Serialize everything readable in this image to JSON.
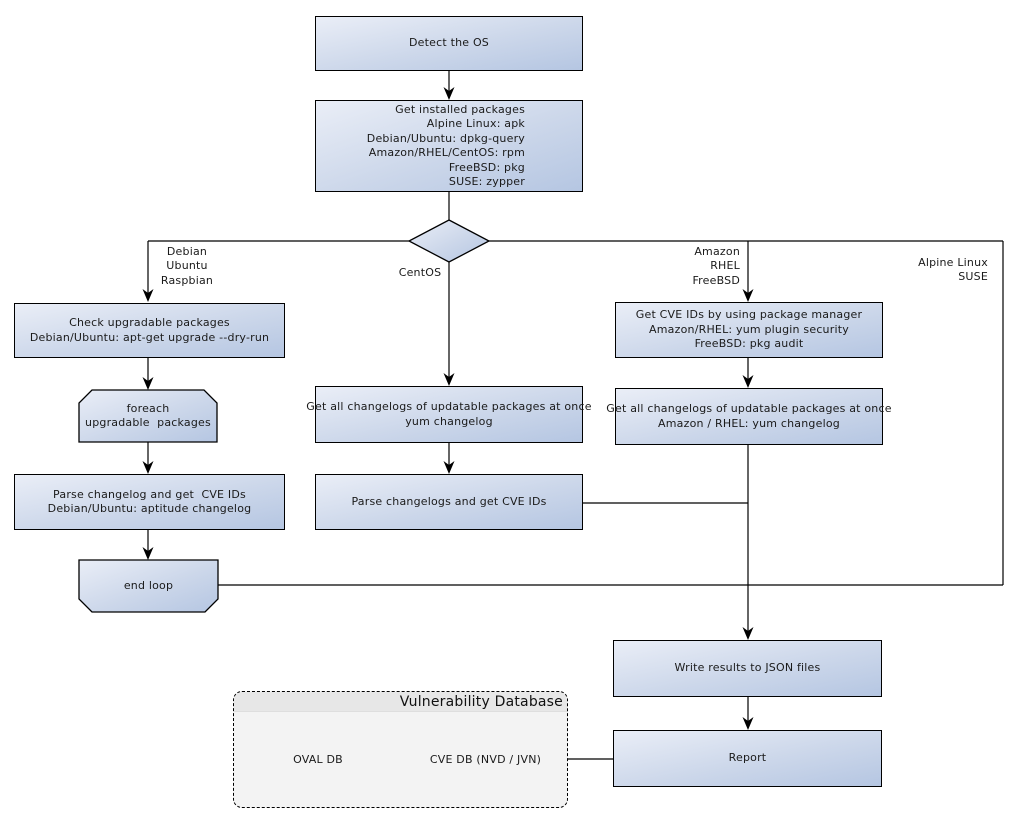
{
  "diagram": {
    "title_context": "OS package vulnerability scan flowchart",
    "nodes": {
      "detect_os": "Detect the OS",
      "get_installed_packages": "Get installed packages\nAlpine Linux: apk\nDebian/Ubuntu: dpkg-query\nAmazon/RHEL/CentOS: rpm\nFreeBSD: pkg\nSUSE: zypper",
      "check_upgradable": "Check upgradable packages\nDebian/Ubuntu: apt-get upgrade --dry-run",
      "foreach_loop": "foreach\nupgradable  packages",
      "parse_changelog_deb": "Parse changelog and get  CVE IDs\nDebian/Ubuntu: aptitude changelog",
      "end_loop": "end loop",
      "get_changelogs_centos": "Get all changelogs of updatable packages at once\nyum changelog",
      "parse_changelogs_centos": "Parse changelogs and get CVE IDs",
      "get_cve_ids_pkg_mgr": "Get CVE IDs by using package manager\nAmazon/RHEL: yum plugin security\nFreeBSD: pkg audit",
      "get_changelogs_amazon": "Get all changelogs of updatable packages at once\nAmazon / RHEL: yum changelog",
      "write_results": "Write results to JSON files",
      "report": "Report"
    },
    "branch_labels": {
      "debian_branch": "Debian\nUbuntu\nRaspbian",
      "centos_branch": "CentOS",
      "amazon_branch": "Amazon\nRHEL\nFreeBSD",
      "alpine_branch": "Alpine Linux\nSUSE"
    },
    "vulnerability_database": {
      "title": "Vulnerability Database",
      "oval_db": "OVAL DB",
      "cve_db": "CVE DB (NVD / JVN)"
    },
    "colors": {
      "node_gradient_start": "#eaeef7",
      "node_gradient_end": "#b5c6e2",
      "node_border": "#000000",
      "connector": "#000000",
      "db_container_bg": "#f3f3f3",
      "db_header_bg": "#e7e7e7",
      "cylinder_top": "#cbd8ec",
      "text": "#1a1a1a"
    }
  }
}
